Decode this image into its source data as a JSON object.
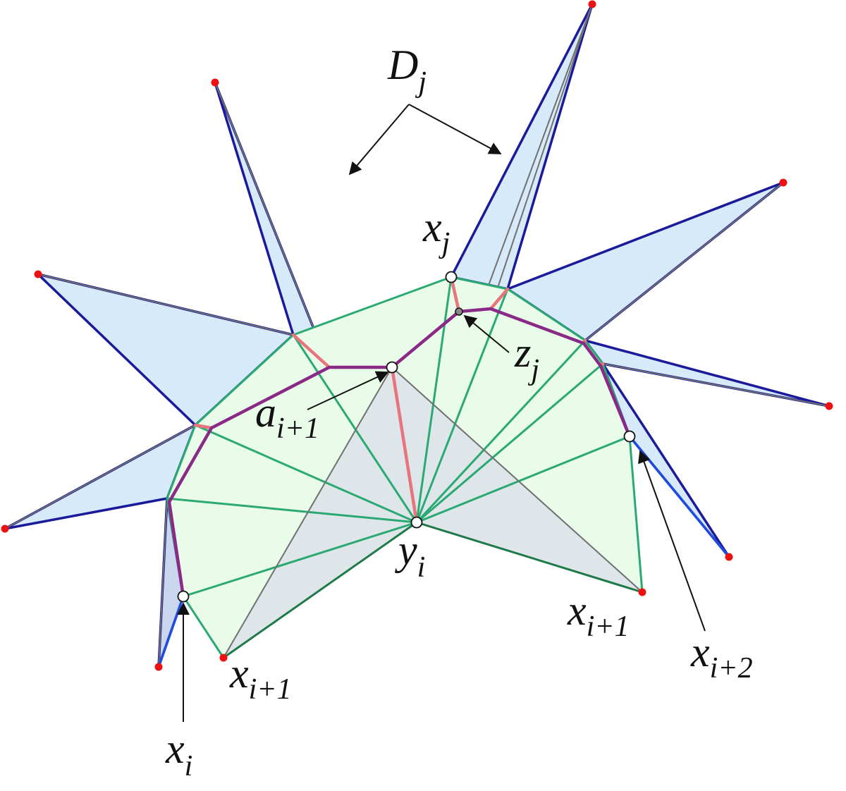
{
  "labels": {
    "D_main": "D",
    "D_sub": "j",
    "xj_main": "x",
    "xj_sub": "j",
    "zj_main": "z",
    "zj_sub": "j",
    "a_main": "a",
    "a_sub": "i+1",
    "y_main": "y",
    "y_sub": "i",
    "xi_main": "x",
    "xi_sub": "i",
    "xi1_left_main": "x",
    "xi1_left_sub": "i+1",
    "xi1_right_main": "x",
    "xi1_right_sub": "i+1",
    "xi2_main": "x",
    "xi2_sub": "i+2"
  },
  "colors": {
    "spike_fill": "#d6eafa",
    "spike_fill_dark": "#c9d6ee",
    "spike_outline": "#1a1a9a",
    "spike_outline_bright": "#1f4de0",
    "green_fill": "#e9fbe9",
    "gray_fill": "#dfe6ea",
    "green_edge": "#2aaa72",
    "green_edge_light": "#6cc7a7",
    "path_purple": "#8a2a86",
    "path_pink": "#e8747c",
    "gray_line": "#707070",
    "red_point": "#ee1111",
    "open_point": "#ffffff",
    "arrow": "#111111"
  }
}
